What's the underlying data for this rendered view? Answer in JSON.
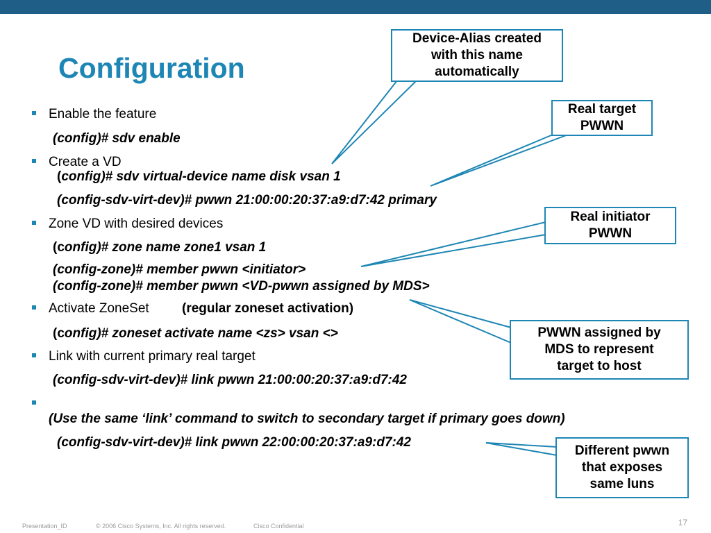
{
  "colors": {
    "header_bar": "#1f5f87",
    "title": "#1e86b4",
    "bullet": "#1e86b4",
    "callout_border": "#1e86b4",
    "footer_text": "#9a9a9a"
  },
  "slide": {
    "title": "Configuration"
  },
  "bullets": [
    "Enable the feature",
    "Create a VD",
    "Zone VD with desired devices",
    "Activate ZoneSet",
    "Link with current primary real target",
    ""
  ],
  "commands": {
    "sdv_enable": "(config)# sdv enable",
    "vd_open": "(",
    "vd_create": "config)# sdv virtual-device name disk vsan 1",
    "pwwn_primary": "(config-sdv-virt-dev)# pwwn 21:00:00:20:37:a9:d7:42 primary",
    "zone_open": "(c",
    "zone_name": "onfig)# zone name zone1 vsan 1",
    "member_initiator": "(config-zone)# member pwwn <initiator>",
    "member_vd": "(config-zone)# member pwwn <VD-pwwn assigned by MDS>",
    "zoneset_note": "(regular zoneset activation)",
    "zoneset_open": "(c",
    "zoneset_activate": "onfig)# zoneset activate name <zs> vsan <>",
    "link_primary": "(config-sdv-virt-dev)# link pwwn 21:00:00:20:37:a9:d7:42",
    "switch_note": "(Use the same ‘link’ command to switch to secondary target if primary goes down)",
    "link_secondary": "(config-sdv-virt-dev)# link pwwn 22:00:00:20:37:a9:d7:42"
  },
  "callouts": {
    "device_alias": "Device-Alias created\nwith this name\nautomatically",
    "real_target": "Real target\nPWWN",
    "real_initiator": "Real initiator\nPWWN",
    "pwwn_assigned": "PWWN assigned by\nMDS to represent\ntarget to host",
    "different_pwwn": "Different pwwn\nthat exposes\nsame luns"
  },
  "footer": {
    "presentation_id": "Presentation_ID",
    "copyright": "© 2006 Cisco Systems, Inc. All rights reserved.",
    "confidential": "Cisco Confidential",
    "page_number": "17"
  }
}
